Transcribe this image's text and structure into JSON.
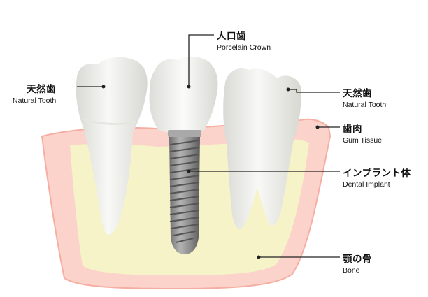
{
  "labels": {
    "crown": {
      "jp": "人口歯",
      "en": "Porcelain Crown"
    },
    "tooth_left": {
      "jp": "天然歯",
      "en": "Natural Tooth"
    },
    "tooth_right": {
      "jp": "天然歯",
      "en": "Natural Tooth"
    },
    "gum": {
      "jp": "歯肉",
      "en": "Gum Tissue"
    },
    "implant": {
      "jp": "インプラント体",
      "en": "Dental Implant"
    },
    "bone": {
      "jp": "顎の骨",
      "en": "Bone"
    }
  },
  "colors": {
    "gum": "#fbd3cb",
    "gum_edge": "#f6aea3",
    "bone": "#f6f3c8",
    "tooth": "#f1f2ee",
    "tooth_shade": "#dcdcd6",
    "implant": "#9a9a9a",
    "implant_dark": "#666666",
    "leader": "#222222"
  }
}
